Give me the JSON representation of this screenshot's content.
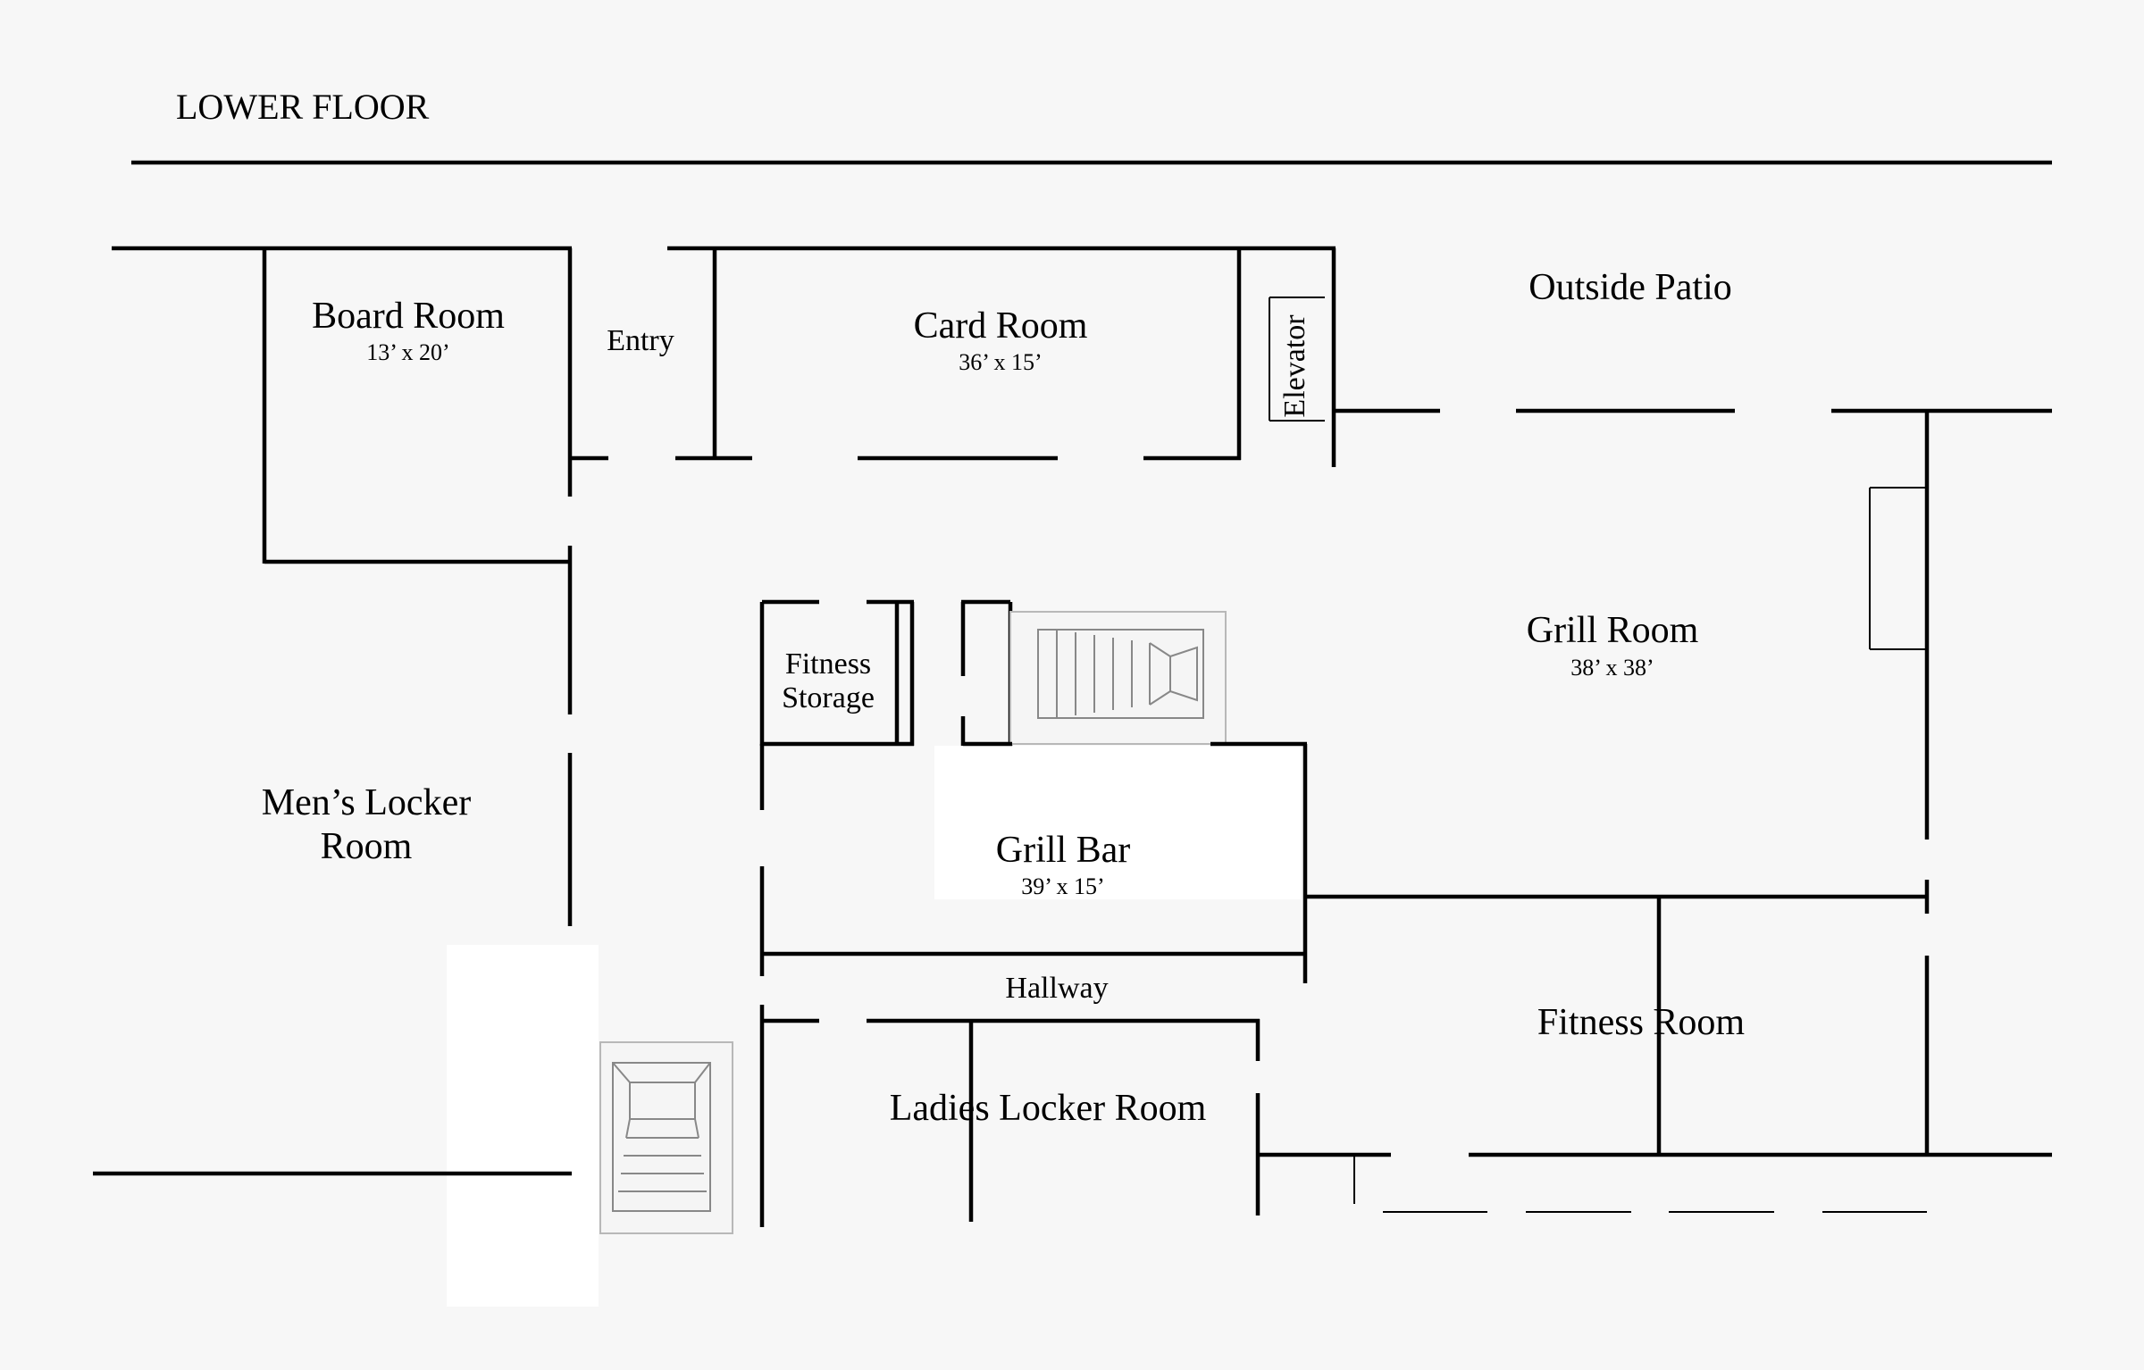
{
  "title": "LOWER FLOOR",
  "rooms": {
    "board_room": {
      "name": "Board Room",
      "size": "13’ x 20’"
    },
    "entry": {
      "name": "Entry"
    },
    "card_room": {
      "name": "Card Room",
      "size": "36’ x 15’"
    },
    "elevator": {
      "name": "Elevator"
    },
    "outside_patio": {
      "name": "Outside Patio"
    },
    "fitness_storage": {
      "line1": "Fitness",
      "line2": "Storage"
    },
    "grill_room": {
      "name": "Grill Room",
      "size": "38’ x 38’"
    },
    "mens_locker": {
      "line1": "Men’s Locker",
      "line2": "Room"
    },
    "grill_bar": {
      "name": "Grill Bar",
      "size": "39’ x 15’"
    },
    "hallway": {
      "name": "Hallway"
    },
    "fitness_room": {
      "name": "Fitness Room"
    },
    "ladies_locker": {
      "name": "Ladies Locker Room"
    }
  }
}
